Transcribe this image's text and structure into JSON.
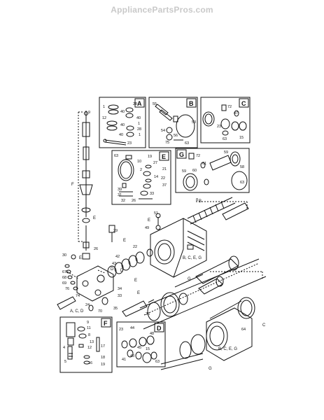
{
  "watermark": "AppliancePartsPros.com",
  "detail_boxes": [
    {
      "letter": "A",
      "callouts": [
        "28",
        "40",
        "40",
        "40",
        "12",
        "1",
        "40",
        "23",
        "28",
        "1",
        "1"
      ]
    },
    {
      "letter": "B",
      "callouts": [
        "55",
        "54",
        "53",
        "56",
        "75",
        "63"
      ]
    },
    {
      "letter": "C",
      "callouts": [
        "72",
        "47",
        "23",
        "63",
        "15"
      ]
    },
    {
      "letter": "E",
      "callouts": [
        "63",
        "19",
        "27",
        "10",
        "21",
        "14",
        "2",
        "22",
        "33",
        "37",
        "39",
        "31",
        "32",
        "26"
      ]
    },
    {
      "letter": "G",
      "callouts": [
        "72",
        "59",
        "59",
        "60",
        "63",
        "61",
        "58"
      ]
    },
    {
      "letter": "F",
      "callouts": [
        "9",
        "11",
        "8",
        "13",
        "12",
        "17",
        "4",
        "16",
        "18",
        "19",
        "5"
      ]
    },
    {
      "letter": "D",
      "callouts": [
        "23",
        "44",
        "48",
        "45",
        "43",
        "15",
        "63",
        "41"
      ]
    }
  ],
  "main_callouts": [
    "8",
    "51",
    "49",
    "29",
    "22",
    "42",
    "43",
    "30",
    "67",
    "68",
    "69",
    "76",
    "74",
    "24",
    "70",
    "34",
    "33",
    "35",
    "25",
    "64",
    "26",
    "9"
  ],
  "group_letters": [
    "F",
    "E",
    "E",
    "E",
    "E",
    "E",
    "E",
    "G",
    "G",
    "B",
    "C",
    "D",
    "D"
  ],
  "reference_strings": [
    "B, C, E, G",
    "A, C, D",
    "B, C, E, G"
  ]
}
